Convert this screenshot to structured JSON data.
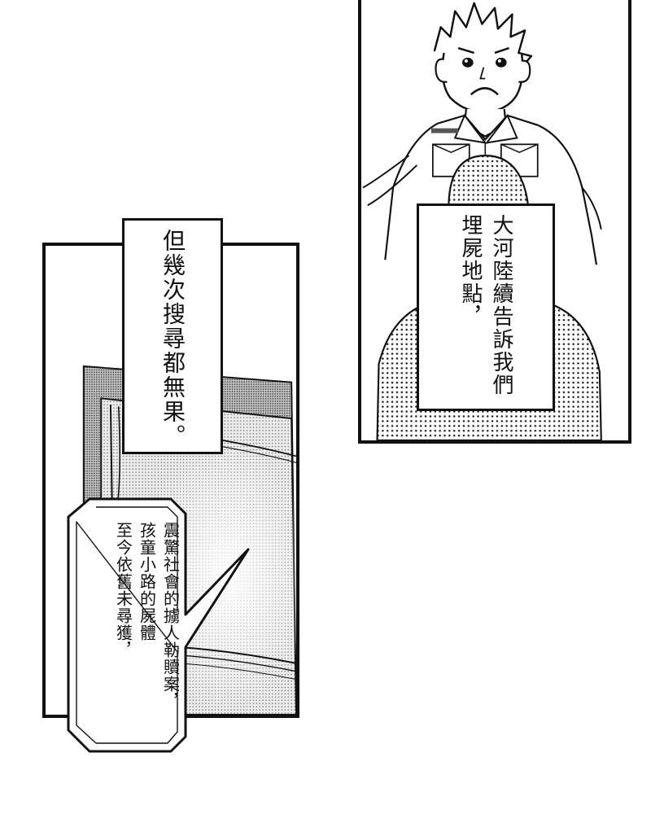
{
  "captions": {
    "right": "大河陸續告訴我們\n埋屍地點，",
    "left": "但幾次搜尋都無果。"
  },
  "speech_bubble": {
    "text": "震驚社會的擄人勒贖案，\n孩童小路的屍體\n至今依舊未尋獲，"
  }
}
